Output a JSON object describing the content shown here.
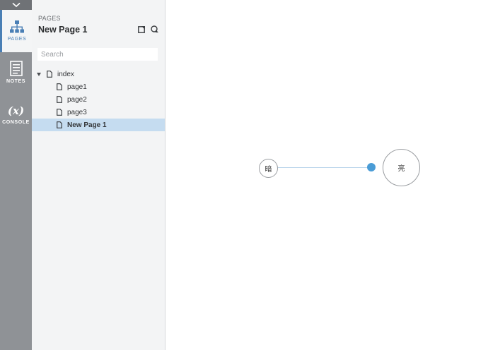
{
  "rail": {
    "tabs": [
      {
        "label": "PAGES",
        "icon": "sitemap-icon",
        "active": true
      },
      {
        "label": "NOTES",
        "icon": "notes-icon",
        "active": false
      },
      {
        "label": "CONSOLE",
        "icon": "variable-x-icon",
        "active": false
      }
    ],
    "collapse_icon": "chevron-down-icon",
    "variable_glyph": "(x)"
  },
  "panel": {
    "eyebrow": "PAGES",
    "title": "New Page 1",
    "tools": [
      "add-page-icon",
      "add-folder-icon"
    ],
    "search_placeholder": "Search",
    "tree": {
      "root": "index",
      "children": [
        "page1",
        "page2",
        "page3",
        "New Page 1"
      ],
      "selected": "New Page 1"
    }
  },
  "canvas": {
    "slider": {
      "min_label": "暗",
      "max_label": "亮",
      "value": 1.0
    }
  },
  "colors": {
    "rail_bg": "#8f9296",
    "panel_bg": "#f3f4f5",
    "accent": "#4a7fb5",
    "selection": "#c5dcf0",
    "slider_handle": "#4a9cd6"
  }
}
